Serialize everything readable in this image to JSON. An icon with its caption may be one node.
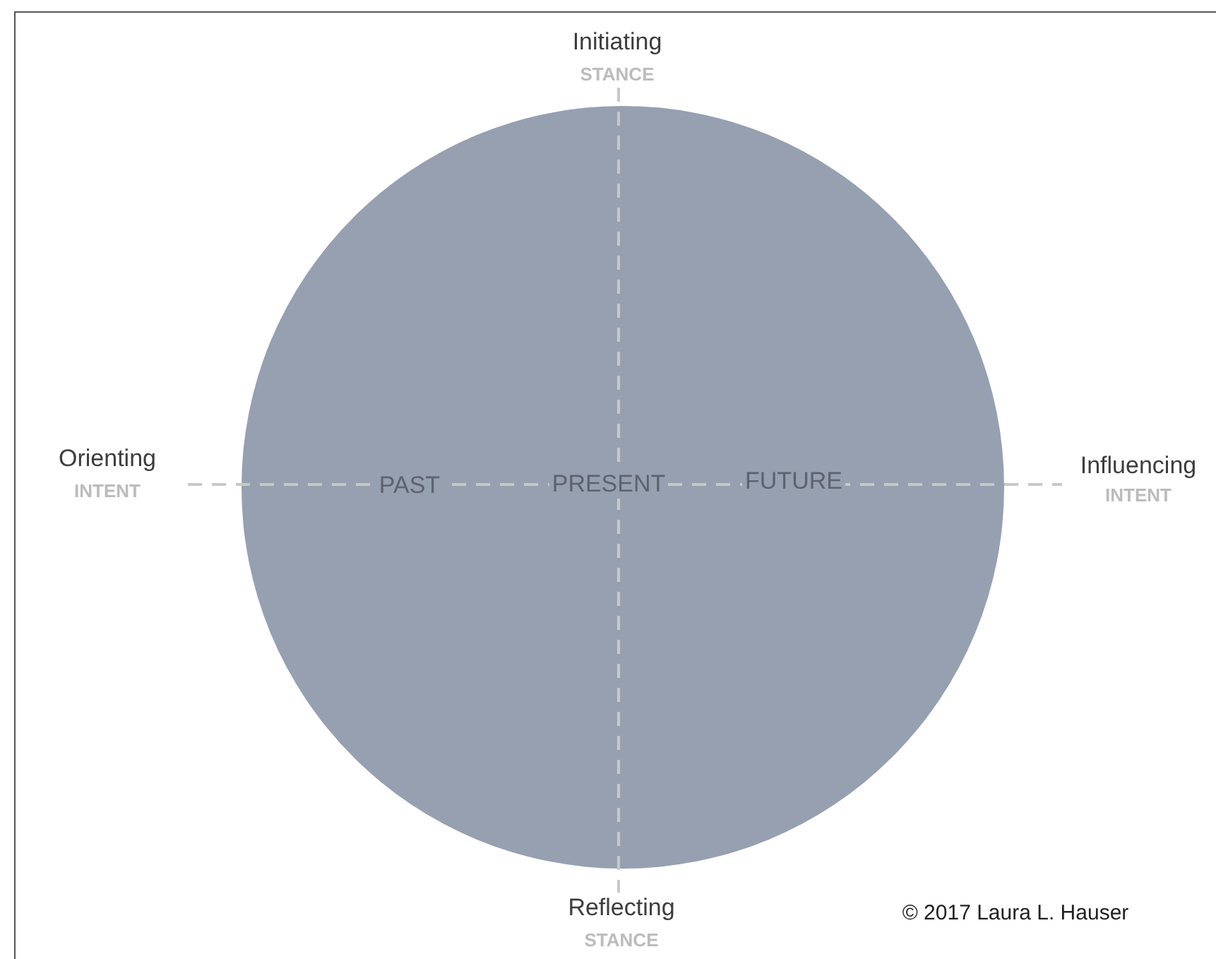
{
  "diagram": {
    "nodes": [
      {
        "text": [
          "PAST",
          "PRESENT",
          "FUTURE"
        ]
      }
    ],
    "labels": [
      "Initiating",
      "STANCE",
      "Orienting",
      "INTENT",
      "Influencing",
      "INTENT",
      "Reflecting",
      "STANCE",
      "© 2017 Laura L. Hauser"
    ]
  }
}
